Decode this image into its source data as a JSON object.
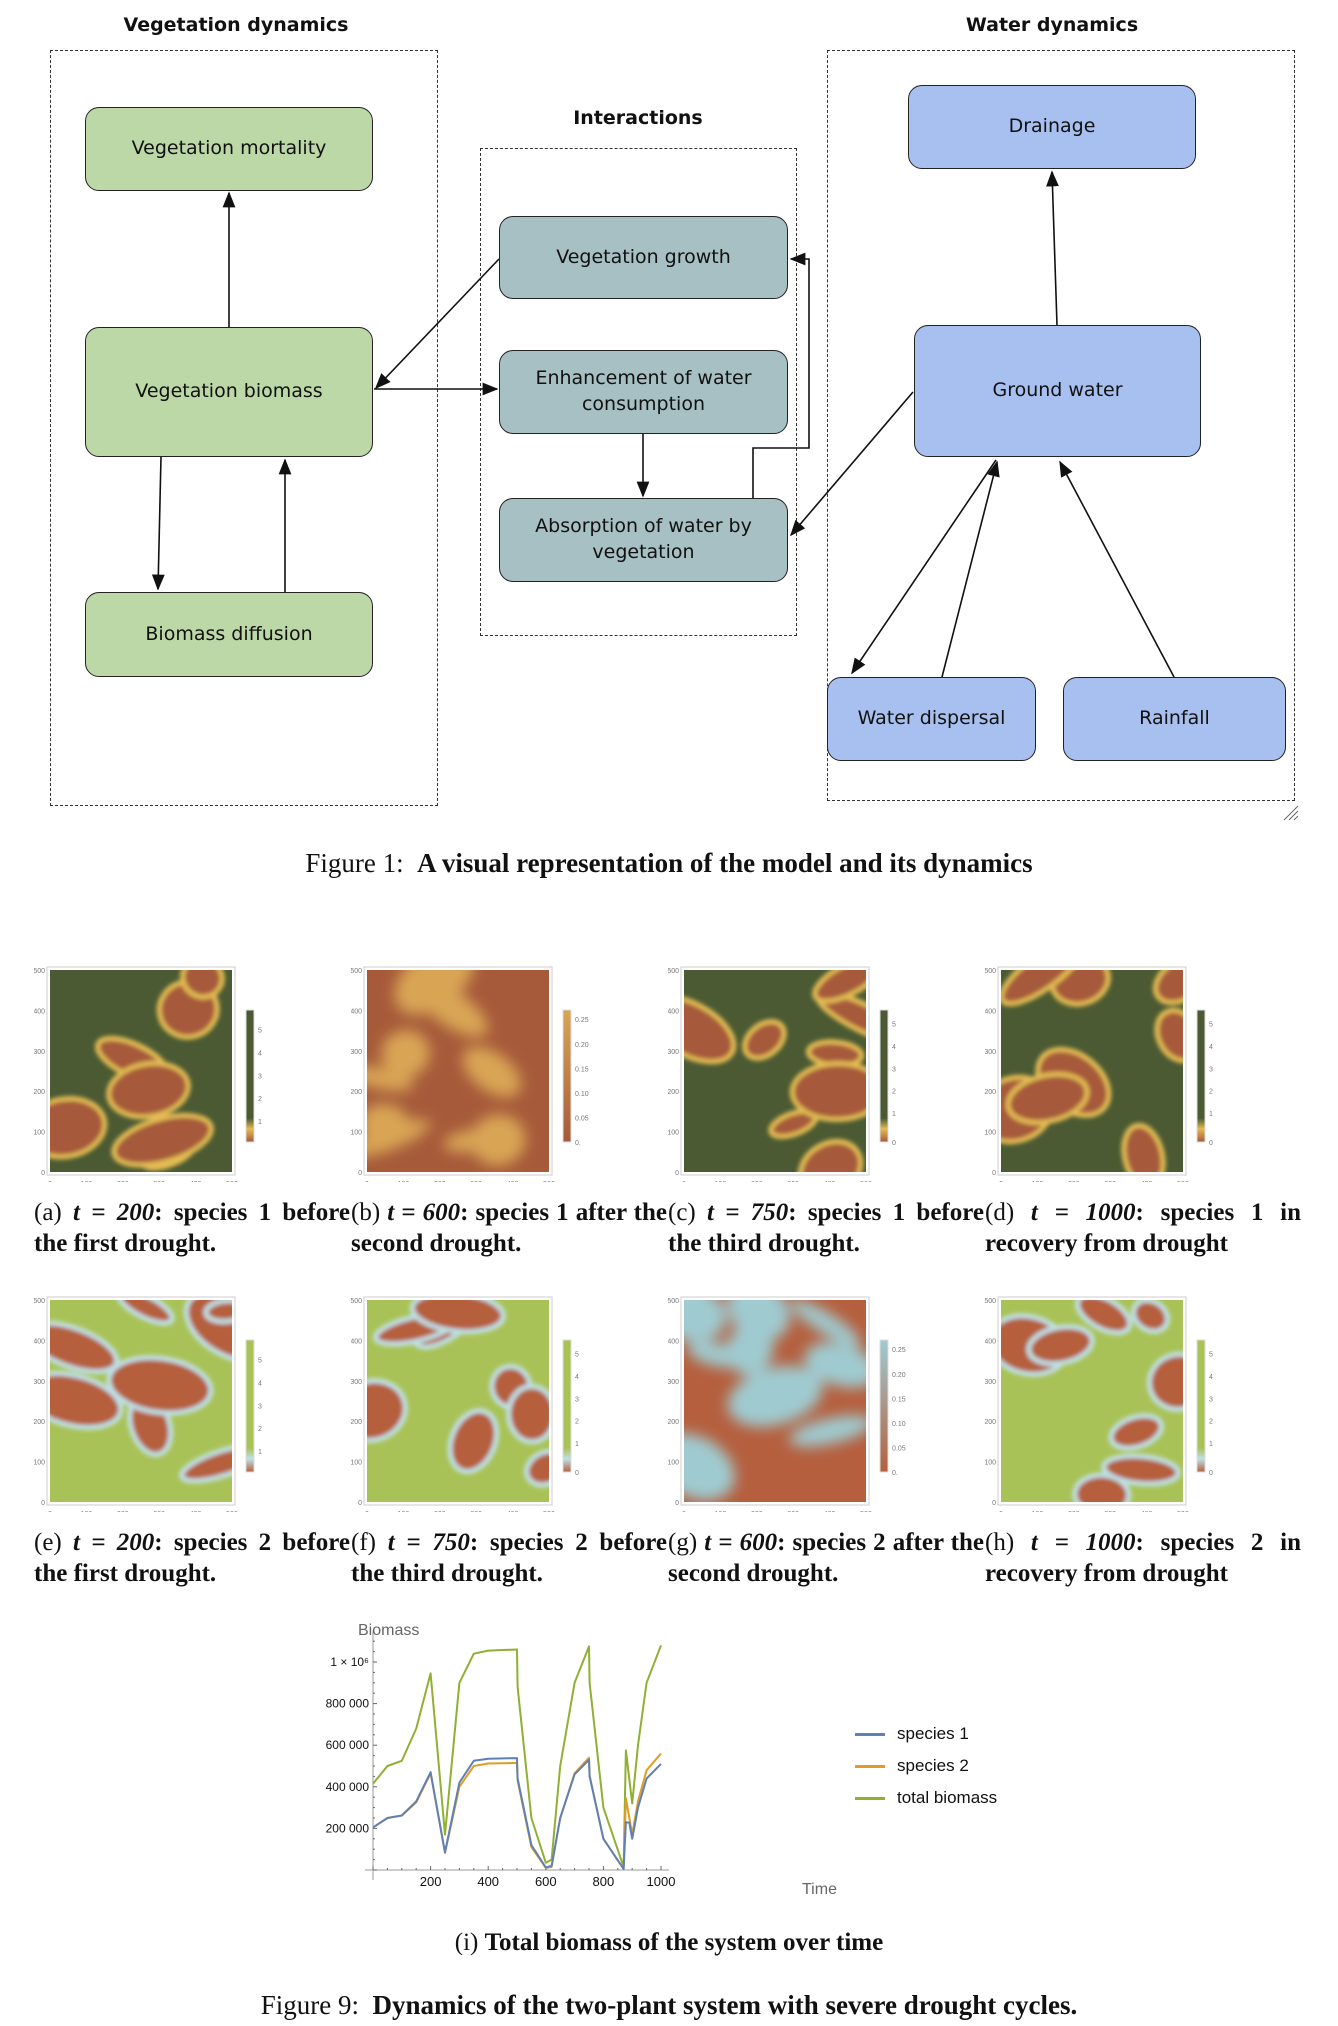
{
  "figure1": {
    "groups": {
      "vegetation": "Vegetation dynamics",
      "interactions": "Interactions",
      "water": "Water dynamics"
    },
    "nodes": {
      "mortality": "Vegetation mortality",
      "biomass": "Vegetation biomass",
      "diffusion": "Biomass diffusion",
      "growth": "Vegetation growth",
      "enhancement": "Enhancement of water consumption",
      "absorption": "Absorption of water by vegetation",
      "drainage": "Drainage",
      "ground_water": "Ground water",
      "dispersal": "Water dispersal",
      "rainfall": "Rainfall"
    },
    "colors": {
      "vegetation": "#bcd8a7",
      "interactions": "#a7c0c4",
      "water": "#a8c0ef"
    },
    "caption_label": "Figure 1:",
    "caption_text": "A visual representation of the model and its dynamics"
  },
  "figure9": {
    "panels": [
      {
        "label": "(a)",
        "t": "t = 200",
        "text": ": species 1 before the first drought.",
        "style": "sp1",
        "colorbar": [
          "1",
          "2",
          "3",
          "4",
          "5"
        ]
      },
      {
        "label": "(b)",
        "t": "t = 600",
        "text": ": species 1 after the second drought.",
        "style": "sp1dry",
        "colorbar": [
          "0.",
          "0.05",
          "0.10",
          "0.15",
          "0.20",
          "0.25"
        ]
      },
      {
        "label": "(c)",
        "t": "t = 750",
        "text": ": species 1 before the third drought.",
        "style": "sp1",
        "colorbar": [
          "0",
          "1",
          "2",
          "3",
          "4",
          "5"
        ]
      },
      {
        "label": "(d)",
        "t": "t = 1000",
        "text": ": species 1 in recovery from drought",
        "style": "sp1",
        "colorbar": [
          "0",
          "1",
          "2",
          "3",
          "4",
          "5"
        ]
      },
      {
        "label": "(e)",
        "t": "t = 200",
        "text": ": species 2 before the first drought.",
        "style": "sp2",
        "colorbar": [
          "1",
          "2",
          "3",
          "4",
          "5"
        ]
      },
      {
        "label": "(f)",
        "t": "t = 750",
        "text": ": species 2 before the third drought.",
        "style": "sp2",
        "colorbar": [
          "0",
          "1",
          "2",
          "3",
          "4",
          "5"
        ]
      },
      {
        "label": "(g)",
        "t": "t = 600",
        "text": ": species 2 after the second drought.",
        "style": "sp2dry",
        "colorbar": [
          "0.",
          "0.05",
          "0.10",
          "0.15",
          "0.20",
          "0.25"
        ]
      },
      {
        "label": "(h)",
        "t": "t = 1000",
        "text": ": species 2 in recovery from drought",
        "style": "sp2",
        "colorbar": [
          "0",
          "1",
          "2",
          "3",
          "4",
          "5"
        ]
      }
    ],
    "heatmap_axis_ticks": [
      "0",
      "100",
      "200",
      "300",
      "400",
      "500"
    ],
    "heatmap_colors": {
      "sp1": {
        "high": "#4b5a32",
        "low": "#a65a3a",
        "edge": "#e3bb52"
      },
      "sp1dry": {
        "high": "#d9a555",
        "low": "#a65a3a"
      },
      "sp2": {
        "high": "#a9c257",
        "low": "#b55f3e",
        "edge": "#bfe0e6"
      },
      "sp2dry": {
        "high": "#9fcbd0",
        "low": "#b55f3e"
      }
    },
    "subcaption_i_label": "(i)",
    "subcaption_i_text": "Total biomass of the system over time",
    "caption_label": "Figure 9:",
    "caption_text": "Dynamics of the two-plant system with severe drought cycles."
  },
  "chart_data": {
    "type": "line",
    "xlabel": "Time",
    "ylabel": "Biomass",
    "xlim": [
      0,
      1000
    ],
    "ylim": [
      0,
      1100000
    ],
    "x_ticks": [
      "200",
      "400",
      "600",
      "800",
      "1000"
    ],
    "y_ticks": [
      {
        "v": 200000,
        "label": "200 000"
      },
      {
        "v": 400000,
        "label": "400 000"
      },
      {
        "v": 600000,
        "label": "600 000"
      },
      {
        "v": 800000,
        "label": "800 000"
      },
      {
        "v": 1000000,
        "label": "1 × 10⁶"
      }
    ],
    "legend_position": "right",
    "series": [
      {
        "name": "species 1",
        "color": "#5e81b5",
        "points": [
          [
            0,
            205000
          ],
          [
            50,
            250000
          ],
          [
            100,
            262000
          ],
          [
            150,
            330000
          ],
          [
            200,
            470000
          ],
          [
            250,
            85000
          ],
          [
            300,
            420000
          ],
          [
            350,
            525000
          ],
          [
            400,
            535000
          ],
          [
            500,
            538000
          ],
          [
            502,
            440000
          ],
          [
            550,
            120000
          ],
          [
            600,
            12000
          ],
          [
            620,
            20000
          ],
          [
            650,
            250000
          ],
          [
            700,
            460000
          ],
          [
            750,
            530000
          ],
          [
            752,
            450000
          ],
          [
            800,
            150000
          ],
          [
            870,
            5000
          ],
          [
            878,
            230000
          ],
          [
            890,
            228000
          ],
          [
            900,
            150000
          ],
          [
            920,
            300000
          ],
          [
            950,
            440000
          ],
          [
            1000,
            510000
          ]
        ]
      },
      {
        "name": "species 2",
        "color": "#e19c24",
        "points": [
          [
            0,
            205000
          ],
          [
            50,
            250000
          ],
          [
            100,
            262000
          ],
          [
            150,
            325000
          ],
          [
            200,
            465000
          ],
          [
            250,
            82000
          ],
          [
            300,
            400000
          ],
          [
            350,
            500000
          ],
          [
            400,
            512000
          ],
          [
            500,
            515000
          ],
          [
            502,
            430000
          ],
          [
            550,
            110000
          ],
          [
            600,
            10000
          ],
          [
            620,
            15000
          ],
          [
            650,
            250000
          ],
          [
            700,
            465000
          ],
          [
            750,
            540000
          ],
          [
            752,
            455000
          ],
          [
            800,
            150000
          ],
          [
            870,
            5000
          ],
          [
            878,
            345000
          ],
          [
            900,
            170000
          ],
          [
            920,
            330000
          ],
          [
            950,
            480000
          ],
          [
            1000,
            560000
          ]
        ]
      },
      {
        "name": "total biomass",
        "color": "#8fb032",
        "points": [
          [
            0,
            415000
          ],
          [
            50,
            500000
          ],
          [
            100,
            525000
          ],
          [
            150,
            680000
          ],
          [
            200,
            945000
          ],
          [
            250,
            170000
          ],
          [
            300,
            900000
          ],
          [
            350,
            1040000
          ],
          [
            400,
            1055000
          ],
          [
            500,
            1060000
          ],
          [
            502,
            880000
          ],
          [
            550,
            250000
          ],
          [
            600,
            35000
          ],
          [
            620,
            50000
          ],
          [
            650,
            500000
          ],
          [
            700,
            900000
          ],
          [
            750,
            1075000
          ],
          [
            752,
            900000
          ],
          [
            800,
            300000
          ],
          [
            870,
            15000
          ],
          [
            878,
            575000
          ],
          [
            900,
            320000
          ],
          [
            920,
            600000
          ],
          [
            950,
            900000
          ],
          [
            1000,
            1080000
          ]
        ]
      }
    ]
  }
}
